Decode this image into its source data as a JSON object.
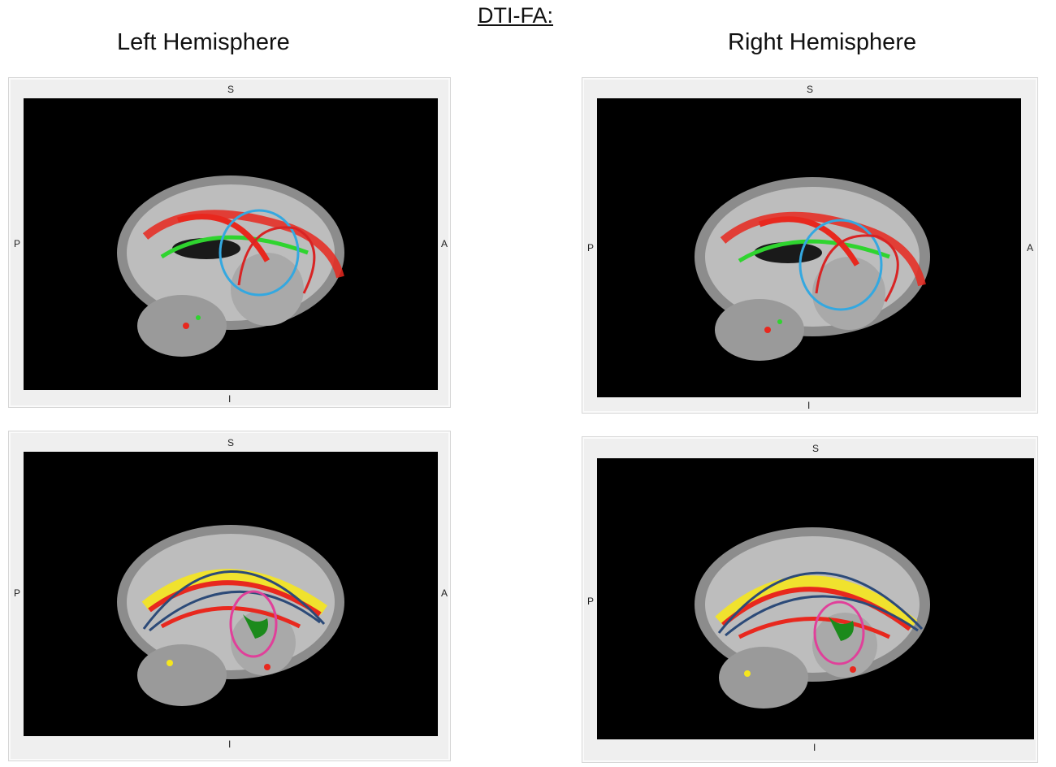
{
  "title": "DTI-FA:",
  "columns": [
    {
      "id": "left",
      "label": "Left Hemisphere"
    },
    {
      "id": "right",
      "label": "Right Hemisphere"
    }
  ],
  "orientation_labels": {
    "superior": "S",
    "inferior": "I",
    "posterior": "P",
    "anterior": "A"
  },
  "panels": [
    {
      "id": "left-top",
      "overlay_colors": [
        "#e8281e",
        "#2fd42f"
      ],
      "markers": [
        "blue-arc",
        "red-arc"
      ]
    },
    {
      "id": "right-top",
      "overlay_colors": [
        "#e8281e",
        "#2fd42f"
      ],
      "markers": [
        "blue-arc",
        "red-arc"
      ]
    },
    {
      "id": "left-bottom",
      "overlay_colors": [
        "#e8281e",
        "#f5e61e",
        "#1c8a1c"
      ],
      "markers": [
        "navy-arch",
        "pink-ellipse"
      ]
    },
    {
      "id": "right-bottom",
      "overlay_colors": [
        "#e8281e",
        "#f5e61e",
        "#1c8a1c"
      ],
      "markers": [
        "navy-arch",
        "pink-ellipse"
      ]
    }
  ],
  "colors": {
    "arc_blue": "#34a8e0",
    "arc_red": "#d82424",
    "arch_navy": "#2c4a78",
    "ellipse_pink": "#e0409a"
  }
}
